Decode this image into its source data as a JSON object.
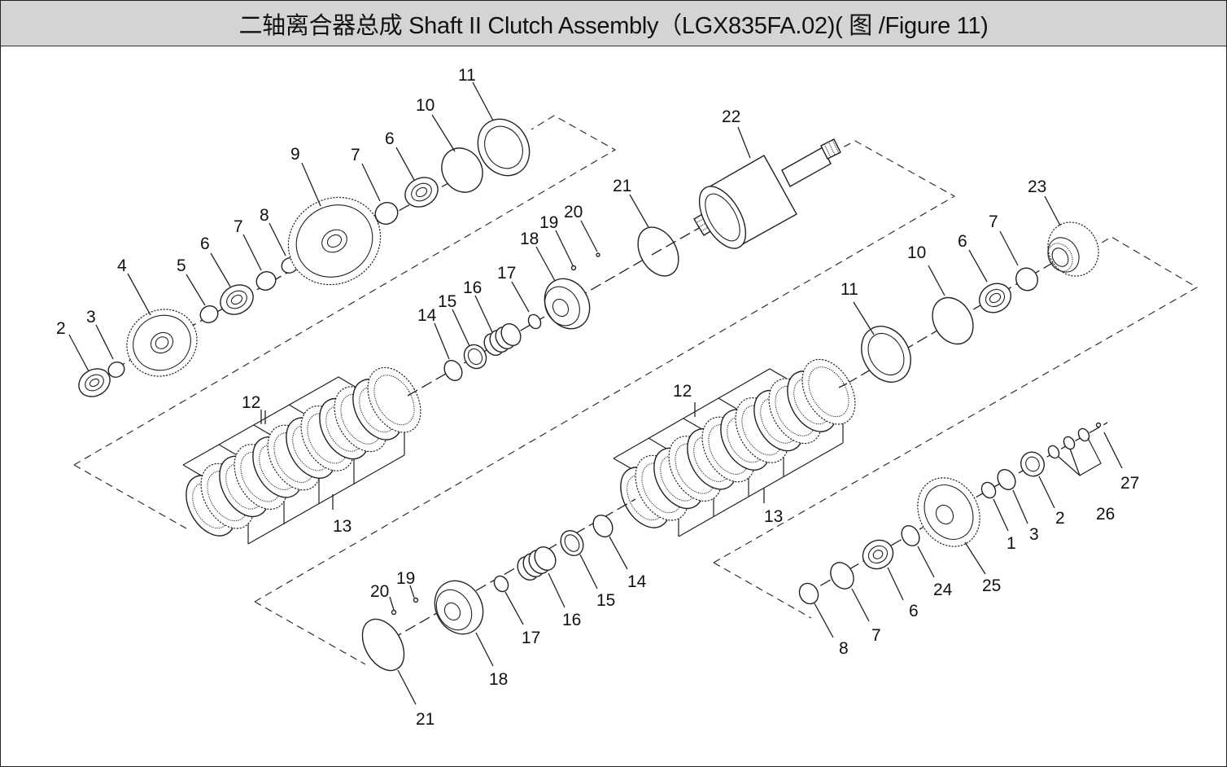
{
  "title": "二轴离合器总成  Shaft II Clutch Assembly（LGX835FA.02)( 图  /Figure 11)",
  "callouts": {
    "c_ul_2": "2",
    "c_ul_3": "3",
    "c_ul_4": "4",
    "c_ul_5": "5",
    "c_ul_6a": "6",
    "c_ul_7a": "7",
    "c_ul_8": "8",
    "c_ul_9": "9",
    "c_ul_7b": "7",
    "c_ul_6b": "6",
    "c_ul_10": "10",
    "c_ul_11": "11",
    "c_ml_12": "12",
    "c_ml_13": "13",
    "c_ml_14": "14",
    "c_ml_15": "15",
    "c_ml_16": "16",
    "c_ml_17": "17",
    "c_ml_18": "18",
    "c_ml_19": "19",
    "c_ml_20": "20",
    "c_ml_21": "21",
    "c_ml_22": "22",
    "c_r_10": "10",
    "c_r_6": "6",
    "c_r_7": "7",
    "c_r_23": "23",
    "c_r_11": "11",
    "c_mr_12": "12",
    "c_mr_13": "13",
    "c_rr_1": "1",
    "c_rr_3": "3",
    "c_rr_2": "2",
    "c_rr_26": "26",
    "c_rr_27": "27",
    "c_rr_25": "25",
    "c_rr_24": "24",
    "c_rr_6": "6",
    "c_rr_7": "7",
    "c_rr_8": "8",
    "c_lo_14": "14",
    "c_lo_15": "15",
    "c_lo_16": "16",
    "c_lo_17": "17",
    "c_lo_18": "18",
    "c_lo_19": "19",
    "c_lo_20": "20",
    "c_lo_21": "21"
  }
}
